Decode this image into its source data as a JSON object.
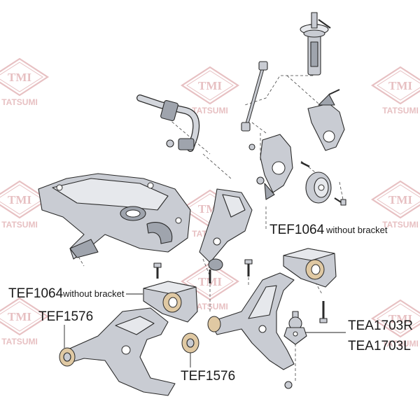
{
  "watermark": {
    "logo_text": "TMI",
    "sub_text": "TATSUMI",
    "brand_color": "#e3b5b8"
  },
  "labels": {
    "tef1064_right": {
      "code": "TEF1064",
      "note": "without bracket"
    },
    "tef1064_left": {
      "code": "TEF1064",
      "note": "without bracket"
    },
    "tef1576_left": {
      "code": "TEF1576"
    },
    "tef1576_right": {
      "code": "TEF1576"
    },
    "tea1703r": {
      "code": "TEA1703R"
    },
    "tea1703l": {
      "code": "TEA1703L"
    }
  },
  "parts": [
    "strut-top-mount",
    "stabilizer-link",
    "stabilizer-bar",
    "steering-knuckle-right",
    "steering-knuckle-left",
    "wheel-hub",
    "subframe",
    "subframe-bracket",
    "control-arm-left",
    "control-arm-right",
    "bushing-bracket-left",
    "bushing-bracket-right",
    "round-bushing-left",
    "round-bushing-right",
    "ball-joint"
  ]
}
